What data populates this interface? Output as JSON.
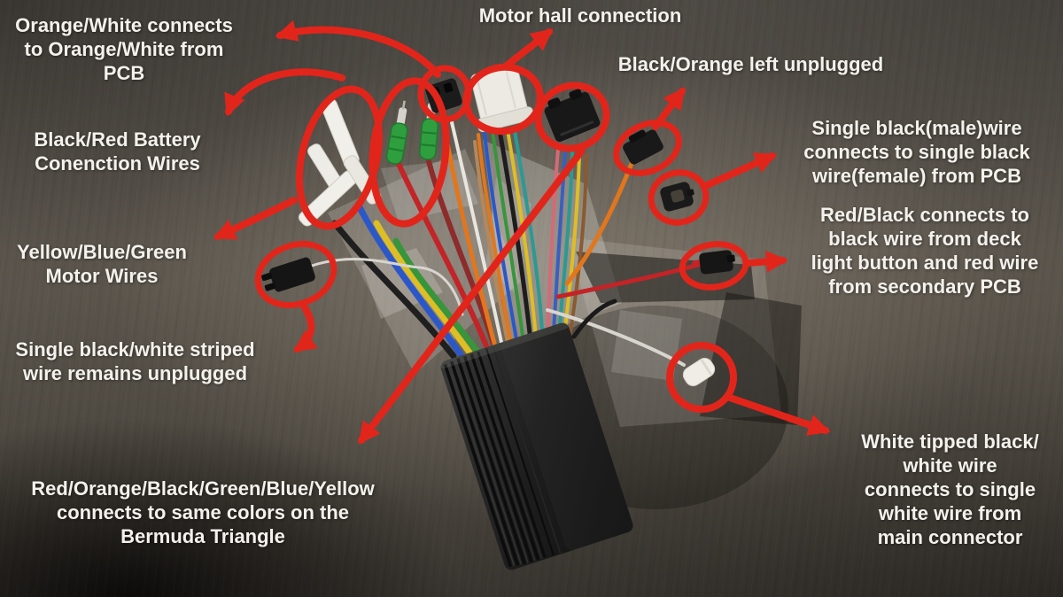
{
  "photo": {
    "subject": "motor controller with wiring harness on dark wood desk",
    "objects": [
      "controller-box",
      "white-spade-terminals",
      "green-bullet-connectors",
      "orange-white-connector",
      "motor-hall-connector",
      "multi-pin-connector",
      "black-orange-connector",
      "single-black-male-connector",
      "red-black-connector",
      "white-tipped-connector",
      "black-white-striped-connector",
      "plastic-bags"
    ],
    "wire_colors": [
      "blue",
      "yellow",
      "green",
      "black",
      "red",
      "orange",
      "white",
      "teal",
      "pink",
      "brown"
    ]
  },
  "palette": {
    "annotation_red": "#e2251b",
    "label_text": "#f4f1ec",
    "desk_dark": "#4c473f",
    "controller_black": "#1c1c1c"
  },
  "annotations": [
    {
      "id": "orange-white-pcb",
      "lines": [
        "Orange/White connects",
        "to Orange/White from",
        "PCB"
      ]
    },
    {
      "id": "motor-hall",
      "lines": [
        "Motor hall connection"
      ]
    },
    {
      "id": "black-orange-unplugged",
      "lines": [
        "Black/Orange left unplugged"
      ]
    },
    {
      "id": "black-red-battery",
      "lines": [
        "Black/Red Battery",
        "Conenction Wires"
      ]
    },
    {
      "id": "single-black-male",
      "lines": [
        "Single black(male)wire",
        "connects to single black",
        "wire(female) from PCB"
      ]
    },
    {
      "id": "yellow-blue-green",
      "lines": [
        "Yellow/Blue/Green",
        "Motor Wires"
      ]
    },
    {
      "id": "red-black-deck-light",
      "lines": [
        "Red/Black connects to",
        "black wire from deck",
        "light button and red wire",
        "from secondary PCB"
      ]
    },
    {
      "id": "black-white-striped",
      "lines": [
        "Single black/white striped",
        "wire remains unplugged"
      ]
    },
    {
      "id": "bermuda-triangle",
      "lines": [
        "Red/Orange/Black/Green/Blue/Yellow",
        "connects to same colors on the",
        "Bermuda Triangle"
      ]
    },
    {
      "id": "white-tipped",
      "lines": [
        "White tipped black/",
        "white wire",
        "connects to single",
        "white wire from",
        "main connector"
      ]
    }
  ]
}
